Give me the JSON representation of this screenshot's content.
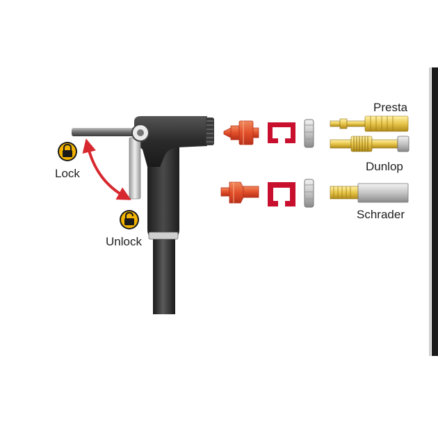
{
  "labels": {
    "lock": "Lock",
    "unlock": "Unlock",
    "presta": "Presta",
    "dunlop": "Dunlop",
    "schrader": "Schrader"
  },
  "icons": {
    "lock": "lock-closed-icon",
    "unlock": "lock-open-icon",
    "arrow": "double-arrow-icon"
  },
  "colors": {
    "lock_badge": "#f2b300",
    "arrow": "#d7282f",
    "adapter_red": "#e2502a",
    "ring_red": "#c8102e",
    "brass": "#e8c64a",
    "pump_body": "#2c2c2c"
  }
}
